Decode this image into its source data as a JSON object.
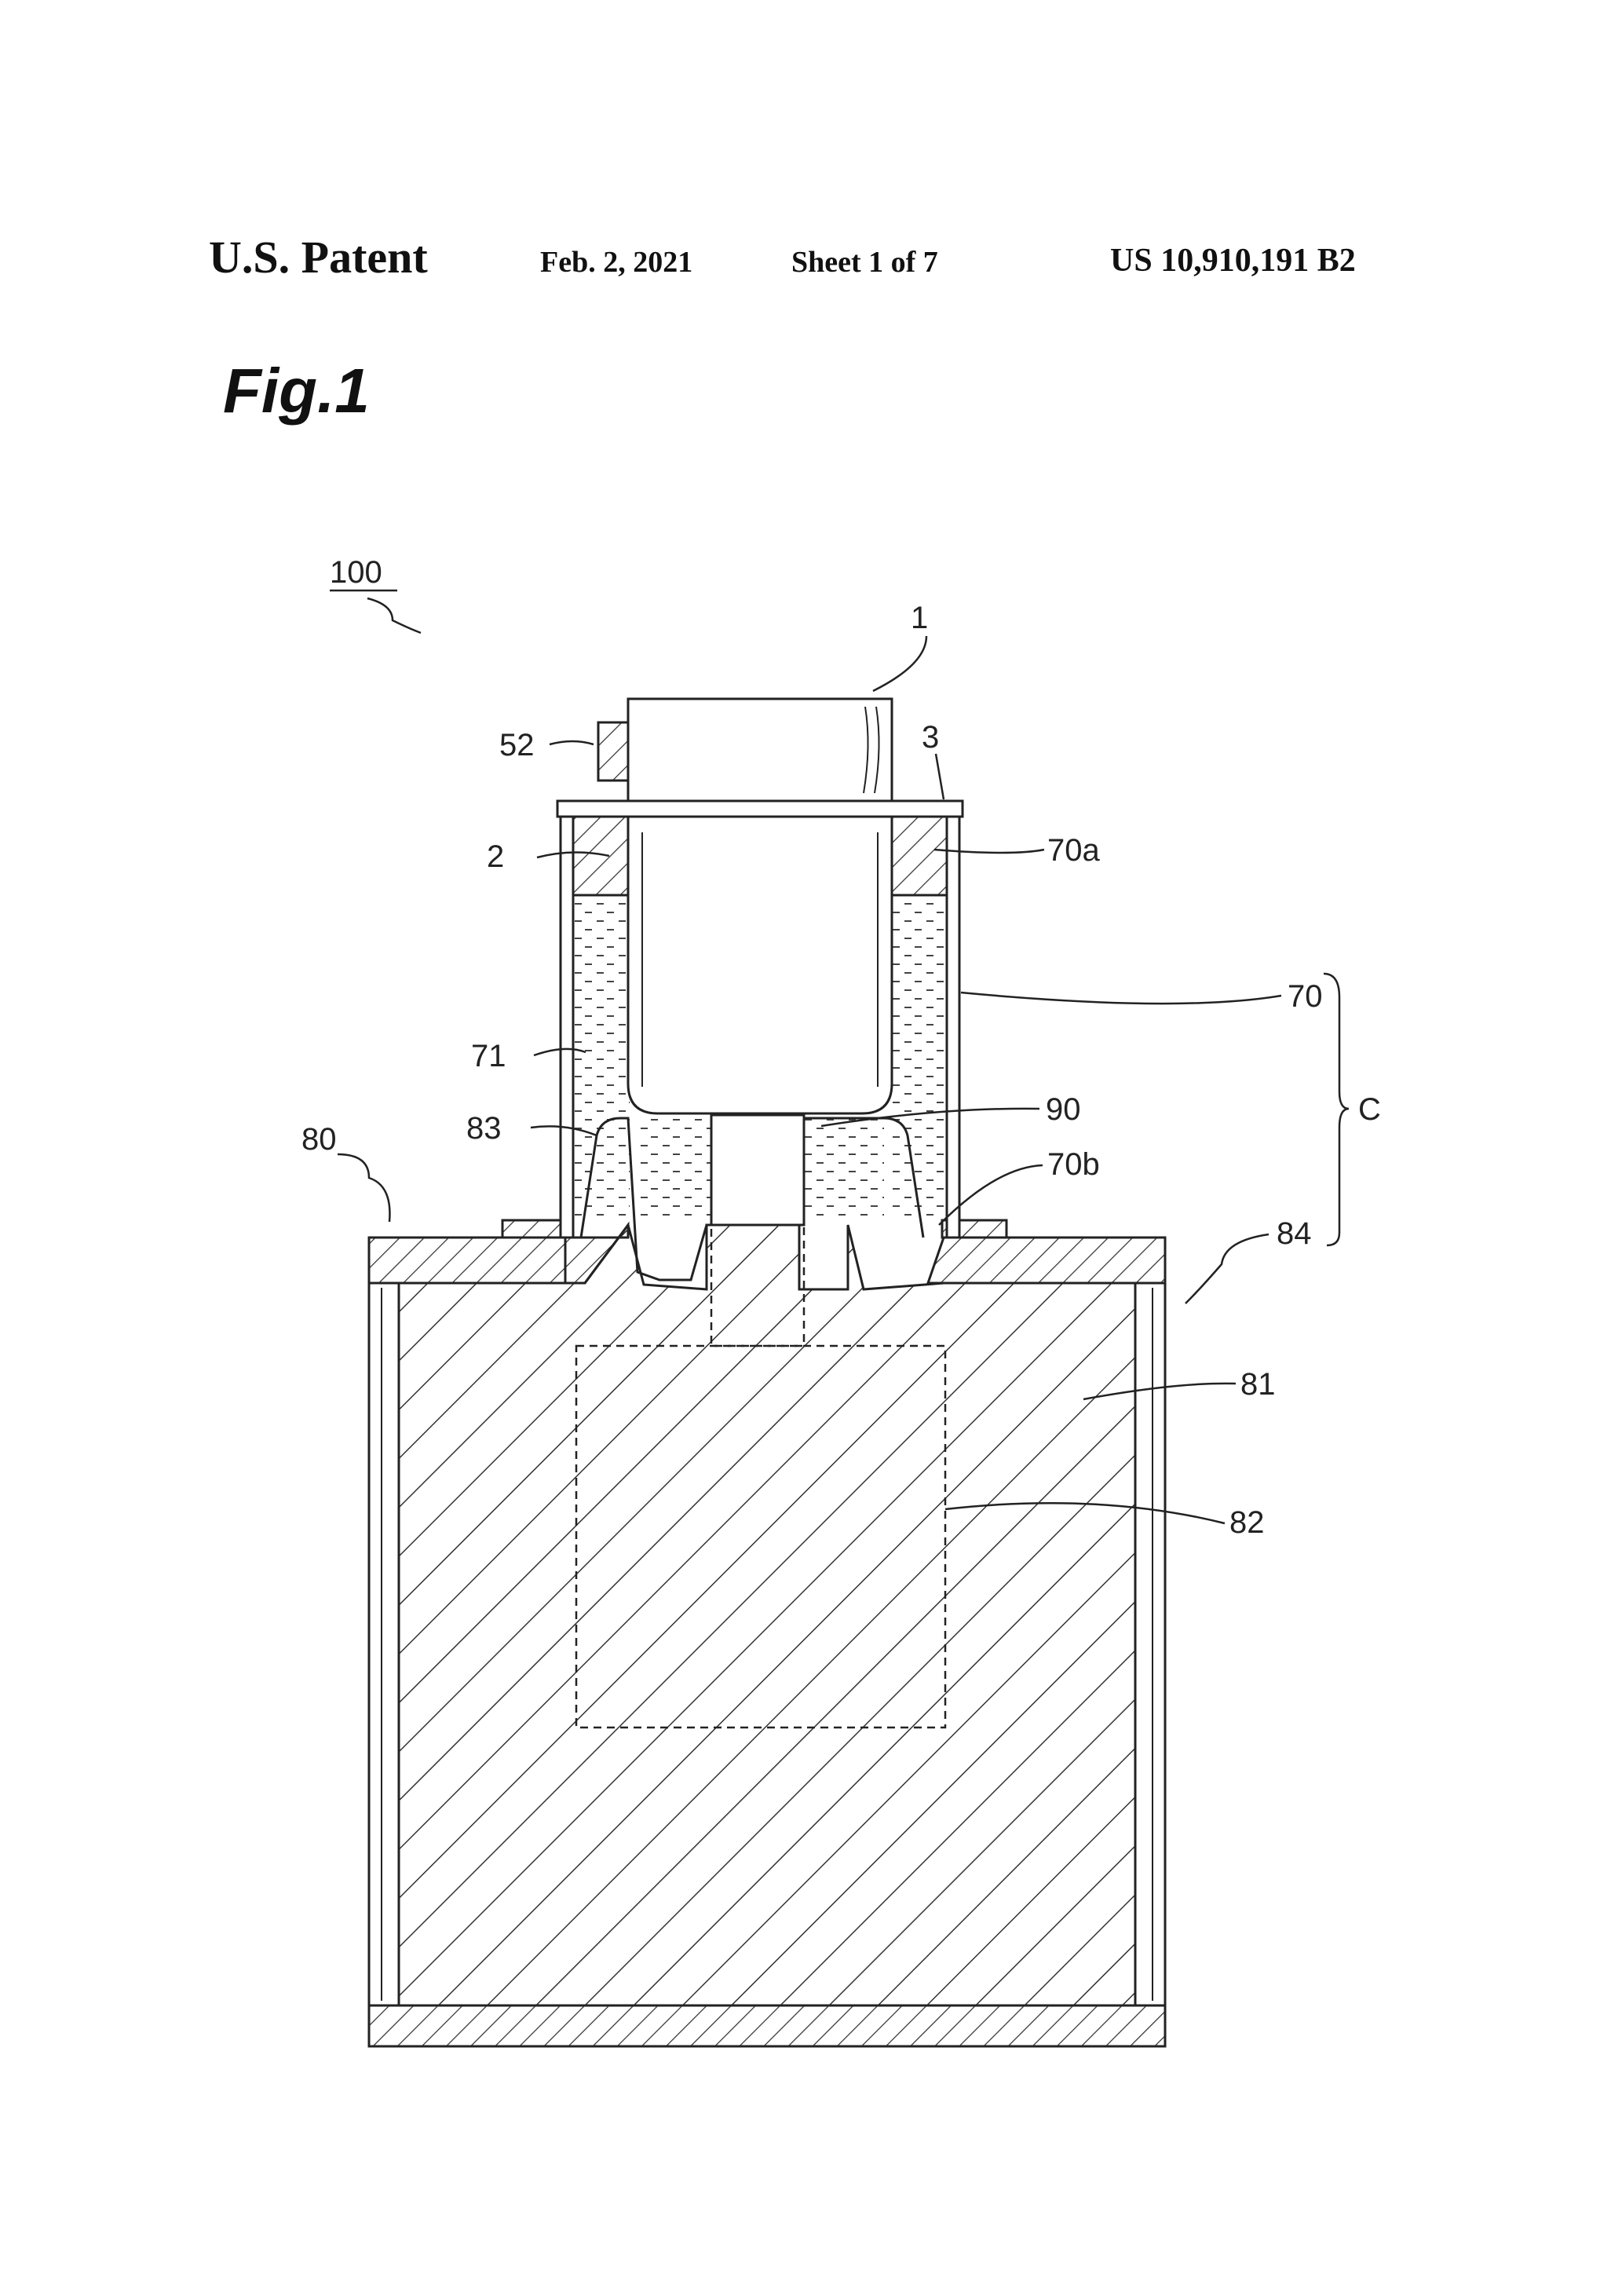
{
  "header": {
    "patent_label": "U.S. Patent",
    "date": "Feb. 2, 2021",
    "sheet": "Sheet 1 of 7",
    "patent_number": "US 10,910,191 B2"
  },
  "figure": {
    "title": "Fig.1"
  },
  "reference_numerals": {
    "assembly": "100",
    "unit": "1",
    "component_52": "52",
    "component_3": "3",
    "component_2": "2",
    "component_70a": "70a",
    "component_70": "70",
    "component_71": "71",
    "component_90": "90",
    "component_c": "C",
    "component_83": "83",
    "component_70b": "70b",
    "component_80": "80",
    "component_84": "84",
    "component_81": "81",
    "component_82": "82"
  },
  "colors": {
    "ink": "#222222",
    "paper": "#ffffff"
  }
}
